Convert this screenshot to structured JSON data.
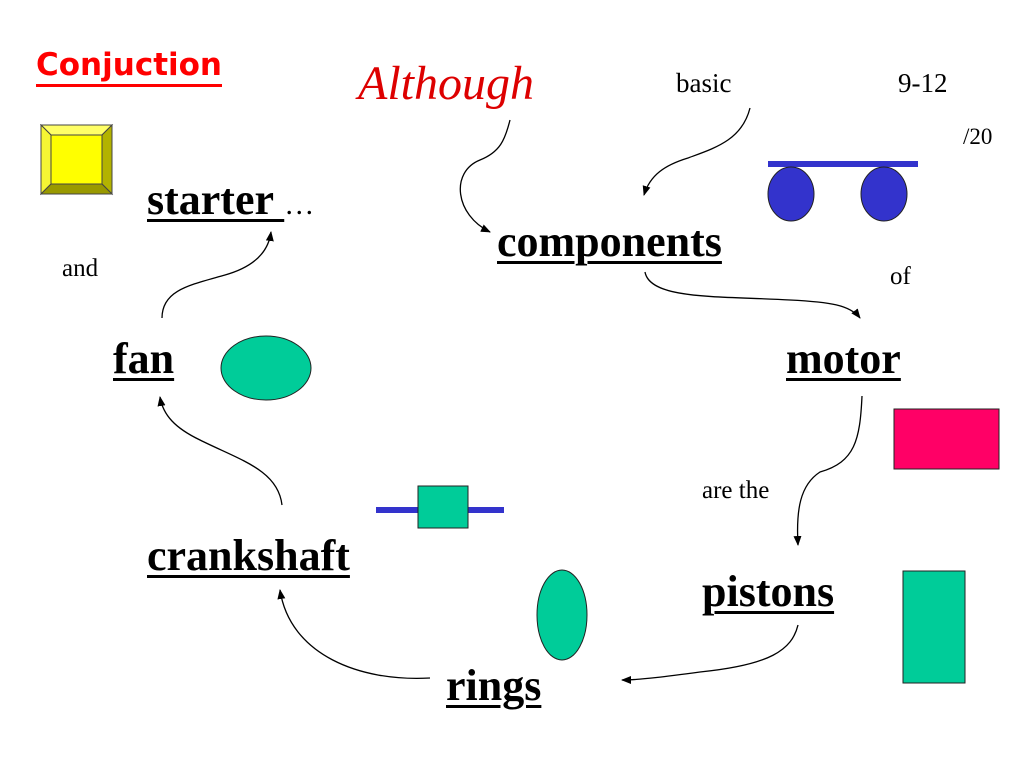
{
  "header": {
    "title": "Conjuction",
    "keyword": "Although",
    "grade": "9-12",
    "score": "/20"
  },
  "words": {
    "starter": "starter ",
    "ellipsis": "…",
    "and": "and",
    "components": "components",
    "basic": "basic",
    "of": "of",
    "motor": "motor",
    "are_the": "are the",
    "pistons": "pistons",
    "rings": "rings",
    "crankshaft": "crankshaft",
    "fan": "fan"
  },
  "colors": {
    "title": "#ff0000",
    "keyword": "#dd0000",
    "yellow_box": "#ffff00",
    "blue": "#3333cc",
    "teal": "#00cc99",
    "red_rect": "#ff0066"
  }
}
